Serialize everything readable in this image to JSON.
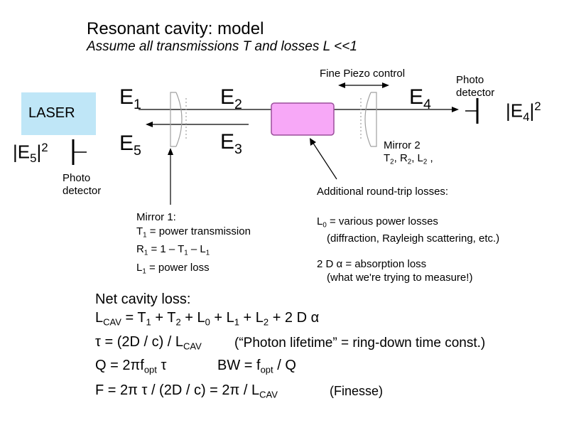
{
  "title": "Resonant cavity: model",
  "subtitle": "Assume all transmissions T and losses L <<1",
  "colors": {
    "piezo_fill": "#f7a8f7",
    "piezo_stroke": "#9b4f9b",
    "mirror_stroke": "#a0a0a0",
    "laser_fill": "#bfe6f7"
  },
  "laser": {
    "label": "LASER"
  },
  "fields": {
    "e1": "E",
    "e1_sub": "1",
    "e2": "E",
    "e2_sub": "2",
    "e3": "E",
    "e3_sub": "3",
    "e4": "E",
    "e4_sub": "4",
    "e5": "E",
    "e5_sub": "5"
  },
  "piezo": {
    "label": "Fine Piezo control"
  },
  "detector_right": {
    "label_line1": "Photo",
    "label_line2": "detector",
    "intensity": "|E",
    "intensity_sub": "4",
    "intensity_end": "|",
    "intensity_sup": "2"
  },
  "detector_left": {
    "label_line1": "Photo",
    "label_line2": "detector",
    "intensity": "|E",
    "intensity_sub": "5",
    "intensity_end": "|",
    "intensity_sup": "2"
  },
  "mirror2": {
    "title": "Mirror 2",
    "t": "T",
    "t_sub": "2",
    "r": ", R",
    "r_sub": "2",
    "l": ", L",
    "l_sub": "2",
    "end": " ,"
  },
  "mirror1": {
    "title": "Mirror 1:",
    "line1_a": "T",
    "line1_sub": "1",
    "line1_b": " = power transmission",
    "line2_a": "R",
    "line2_sub1": "1",
    "line2_b": " = 1 – T",
    "line2_sub2": "1",
    "line2_c": " – L",
    "line2_sub3": "1",
    "line3_a": "L",
    "line3_sub": "1",
    "line3_b": " = power loss"
  },
  "losses": {
    "heading": "Additional round-trip losses:",
    "l0_a": "L",
    "l0_sub": "0",
    "l0_b": " = various power losses",
    "l0_detail": "(diffraction, Rayleigh scattering, etc.)",
    "abs_a": "2 D ",
    "abs_alpha": "α",
    "abs_b": " = absorption loss",
    "abs_detail": "(what we're trying to measure!)"
  },
  "equations": {
    "net_label": "Net cavity loss:",
    "lcav_a": "L",
    "lcav_sub": "CAV",
    "lcav_b": " = T",
    "lcav_s1": "1",
    "lcav_c": " + T",
    "lcav_s2": "2",
    "lcav_d": " + L",
    "lcav_s3": "0",
    "lcav_e": " + L",
    "lcav_s4": "1",
    "lcav_f": " + L",
    "lcav_s5": "2",
    "lcav_g": " + 2 D α",
    "tau_a": "τ = (2D / c) / L",
    "tau_sub": "CAV",
    "tau_b": "(“Photon lifetime” = ring-down time const.)",
    "q_a": "Q = 2πf",
    "q_sub": "opt",
    "q_b": " τ",
    "bw_a": "BW = f",
    "bw_sub": "opt",
    "bw_b": " / Q",
    "f_a": "F = 2π τ / (2D / c) = 2π / L",
    "f_sub": "CAV",
    "f_b": "(Finesse)"
  }
}
